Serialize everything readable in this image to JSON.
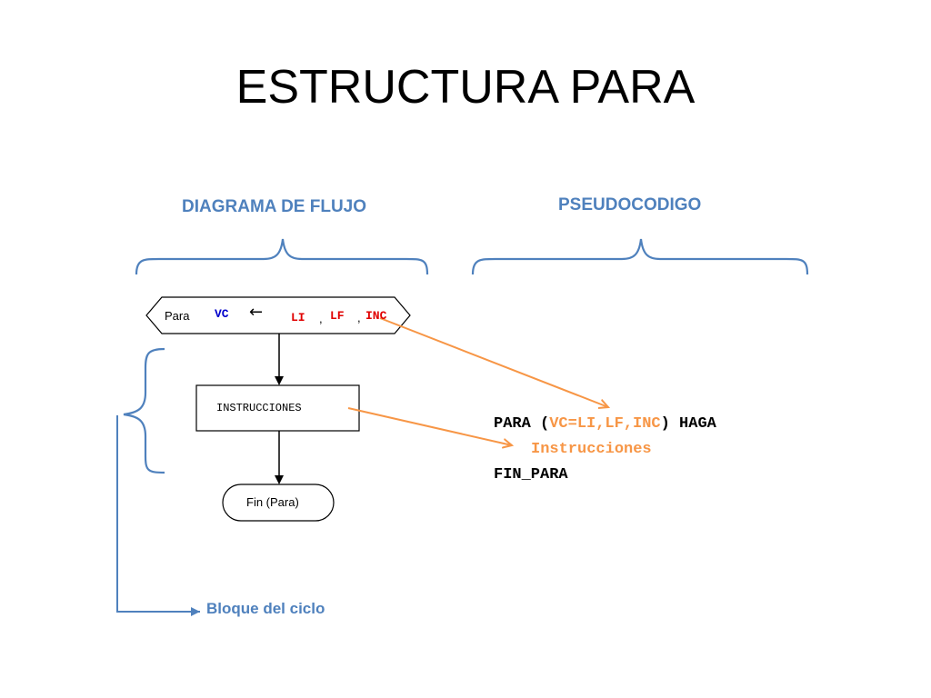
{
  "title": "ESTRUCTURA PARA",
  "headings": {
    "left": "DIAGRAMA DE FLUJO",
    "right": "PSEUDOCODIGO"
  },
  "flowchart": {
    "start": {
      "keyword": "Para",
      "variable": "VC",
      "arrow": "←",
      "li": "LI",
      "sep1": ",",
      "lf": "LF",
      "sep2": ",",
      "inc": "INC"
    },
    "process": "INSTRUCCIONES",
    "end": "Fin (Para)"
  },
  "pseudocode": {
    "line1_keyword": "PARA (",
    "line1_params": "VC=LI,LF,INC",
    "line1_end": ") HAGA",
    "line2": "Instrucciones",
    "line3": "FIN_PARA"
  },
  "loop_block_label": "Bloque del ciclo",
  "colors": {
    "accent_blue": "#4f81bd",
    "orange": "#f79646",
    "code_blue": "#0000cc",
    "code_red": "#e00000"
  }
}
